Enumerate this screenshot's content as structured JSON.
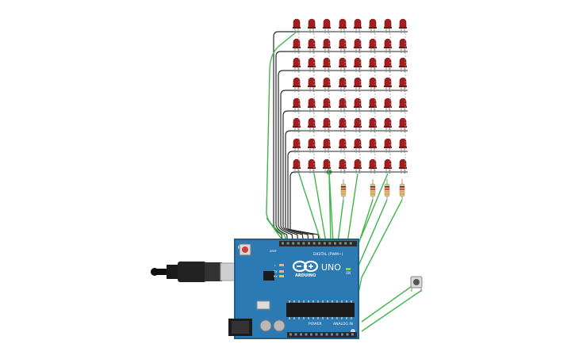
{
  "circuit": {
    "board": {
      "brand": "ARDUINO",
      "model": "UNO",
      "digital_label": "DIGITAL (PWM~)",
      "power_label": "POWER",
      "analog_label": "ANALOG IN",
      "on_label": "ON",
      "tx_label": "TX",
      "rx_label": "RX",
      "l_label": "L",
      "aref_label": "AREF",
      "colors": {
        "pcb": "#2b7ab3",
        "pcb_edge": "#1f5f8e",
        "header": "#2a2a2a",
        "chip": "#1b1b1b"
      }
    },
    "led_matrix": {
      "rows": 8,
      "cols": 8,
      "led_color": "#a31f1f",
      "lead_color": "#888888"
    },
    "resistors": {
      "count": 4,
      "bands": [
        "#3a2a1a",
        "#d12b2b",
        "#e6a13a",
        "#c9a83a"
      ]
    },
    "wire_colors": {
      "signal": "#3fb54a",
      "ground": "#2a2a2a"
    },
    "components": {
      "usb_cable": "usb-plug",
      "push_button": "pushbutton"
    }
  }
}
